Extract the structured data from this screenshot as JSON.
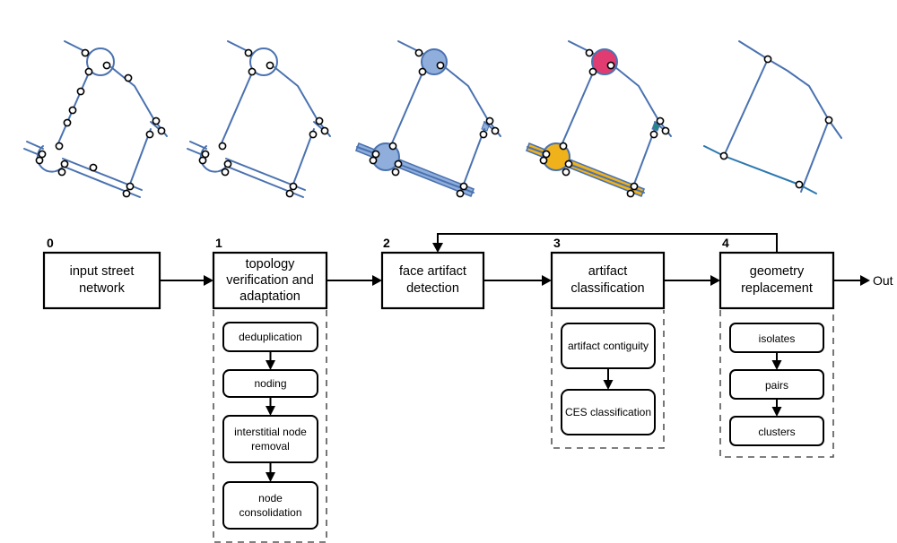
{
  "panels": [
    {
      "id": "panel-0",
      "description": "raw street network with redundant nodes"
    },
    {
      "id": "panel-1",
      "description": "network after topology cleanup"
    },
    {
      "id": "panel-2",
      "description": "detected face artifacts highlighted"
    },
    {
      "id": "panel-3",
      "description": "classified artifacts colored by type"
    },
    {
      "id": "panel-4",
      "description": "simplified network after geometry replacement"
    }
  ],
  "colors": {
    "street": "#4a72b0",
    "final_street": "#2a78b0",
    "artifact_detected": "#8faedc",
    "artifact_roundabout": "#e03c72",
    "artifact_continuous": "#f0b21a",
    "artifact_small": "#1f8a80"
  },
  "steps": [
    {
      "number": "0",
      "lines": [
        "input street",
        "network"
      ]
    },
    {
      "number": "1",
      "lines": [
        "topology",
        "verification and",
        "adaptation"
      ],
      "substeps": [
        {
          "lines": [
            "deduplication"
          ]
        },
        {
          "lines": [
            "noding"
          ]
        },
        {
          "lines": [
            "interstitial node",
            "removal"
          ]
        },
        {
          "lines": [
            "node",
            "consolidation"
          ]
        }
      ]
    },
    {
      "number": "2",
      "lines": [
        "face artifact",
        "detection"
      ]
    },
    {
      "number": "3",
      "lines": [
        "artifact",
        "classification"
      ],
      "substeps": [
        {
          "lines": [
            "artifact contiguity"
          ]
        },
        {
          "lines": [
            "CES classification"
          ]
        }
      ]
    },
    {
      "number": "4",
      "lines": [
        "geometry",
        "replacement"
      ],
      "substeps": [
        {
          "lines": [
            "isolates"
          ]
        },
        {
          "lines": [
            "pairs"
          ]
        },
        {
          "lines": [
            "clusters"
          ]
        }
      ]
    }
  ],
  "output_label": "Out"
}
